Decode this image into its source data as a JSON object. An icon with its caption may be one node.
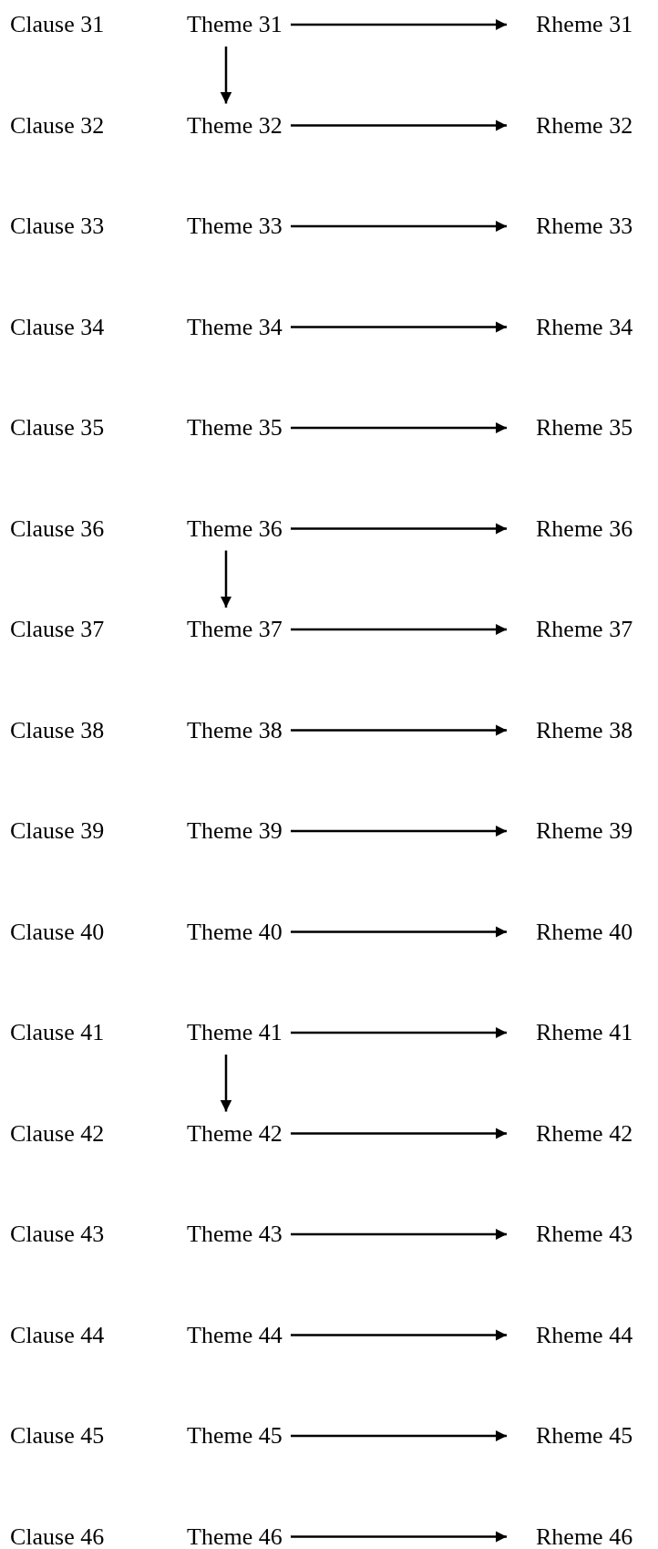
{
  "diagram": {
    "nodes": [
      {
        "text": [
          "Theme 31"
        ]
      },
      {
        "text": [
          "Rheme 31"
        ]
      },
      {
        "text": [
          "Theme 32"
        ]
      },
      {
        "text": [
          "Rheme 32"
        ]
      },
      {
        "text": [
          "Theme 33"
        ]
      },
      {
        "text": [
          "Rheme 33"
        ]
      },
      {
        "text": [
          "Theme 34"
        ]
      },
      {
        "text": [
          "Rheme 34"
        ]
      },
      {
        "text": [
          "Theme 35"
        ]
      },
      {
        "text": [
          "Rheme 35"
        ]
      },
      {
        "text": [
          "Theme 36"
        ]
      },
      {
        "text": [
          "Rheme 36"
        ]
      },
      {
        "text": [
          "Theme 37"
        ]
      },
      {
        "text": [
          "Rheme 37"
        ]
      },
      {
        "text": [
          "Theme 38"
        ]
      },
      {
        "text": [
          "Rheme 38"
        ]
      },
      {
        "text": [
          "Theme 39"
        ]
      },
      {
        "text": [
          "Rheme 39"
        ]
      },
      {
        "text": [
          "Theme 40"
        ]
      },
      {
        "text": [
          "Rheme 40"
        ]
      },
      {
        "text": [
          "Theme 41"
        ]
      },
      {
        "text": [
          "Rheme 41"
        ]
      },
      {
        "text": [
          "Theme 42"
        ]
      },
      {
        "text": [
          "Rheme 42"
        ]
      },
      {
        "text": [
          "Theme 43"
        ]
      },
      {
        "text": [
          "Rheme 43"
        ]
      },
      {
        "text": [
          "Theme 44"
        ]
      },
      {
        "text": [
          "Rheme 44"
        ]
      },
      {
        "text": [
          "Theme 45"
        ]
      },
      {
        "text": [
          "Rheme 45"
        ]
      },
      {
        "text": [
          "Theme 46"
        ]
      },
      {
        "text": [
          "Rheme 46"
        ]
      }
    ],
    "edges": [
      {
        "from": 0,
        "to": 1,
        "arrow": "to"
      },
      {
        "from": 0,
        "to": 2,
        "arrow": "to"
      },
      {
        "from": 2,
        "to": 3,
        "arrow": "to"
      },
      {
        "from": 4,
        "to": 5,
        "arrow": "to"
      },
      {
        "from": 6,
        "to": 7,
        "arrow": "to"
      },
      {
        "from": 8,
        "to": 9,
        "arrow": "to"
      },
      {
        "from": 10,
        "to": 11,
        "arrow": "to"
      },
      {
        "from": 10,
        "to": 12,
        "arrow": "to"
      },
      {
        "from": 12,
        "to": 13,
        "arrow": "to"
      },
      {
        "from": 14,
        "to": 15,
        "arrow": "to"
      },
      {
        "from": 16,
        "to": 17,
        "arrow": "to"
      },
      {
        "from": 18,
        "to": 19,
        "arrow": "to"
      },
      {
        "from": 20,
        "to": 21,
        "arrow": "to"
      },
      {
        "from": 20,
        "to": 22,
        "arrow": "to"
      },
      {
        "from": 22,
        "to": 23,
        "arrow": "to"
      },
      {
        "from": 24,
        "to": 25,
        "arrow": "to"
      },
      {
        "from": 26,
        "to": 27,
        "arrow": "to"
      },
      {
        "from": 28,
        "to": 29,
        "arrow": "to"
      },
      {
        "from": 30,
        "to": 31,
        "arrow": "to"
      }
    ],
    "labels": [
      "Clause 31",
      "Clause 32",
      "Clause 33",
      "Clause 34",
      "Clause 35",
      "Clause 36",
      "Clause 37",
      "Clause 38",
      "Clause 39",
      "Clause 40",
      "Clause 41",
      "Clause 42",
      "Clause 43",
      "Clause 44",
      "Clause 45",
      "Clause 46"
    ]
  }
}
